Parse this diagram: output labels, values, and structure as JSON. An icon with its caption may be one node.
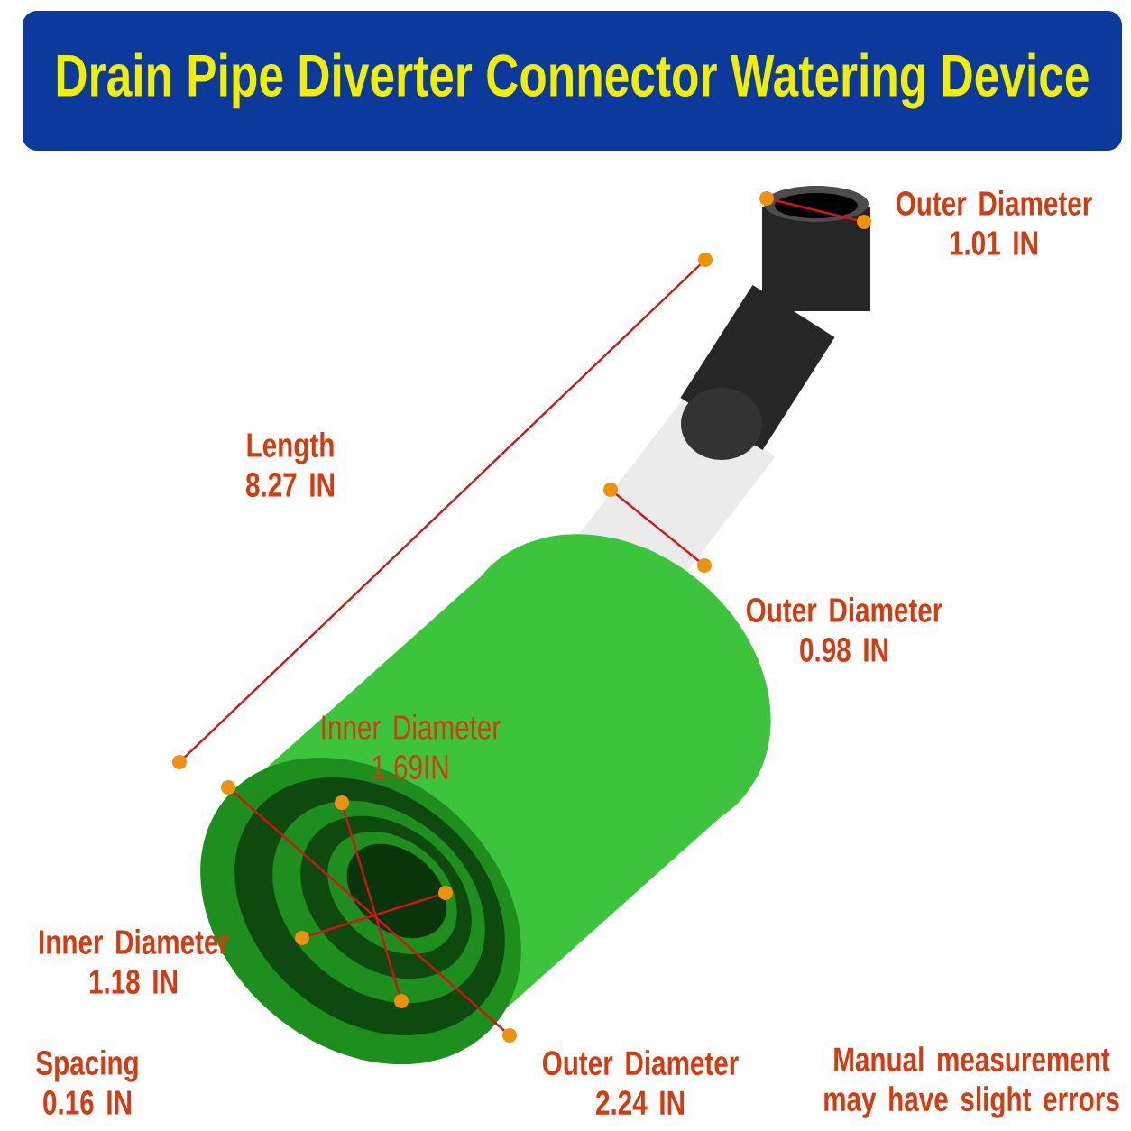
{
  "diagram": {
    "title": "Drain Pipe Diverter Connector Watering Device",
    "labels": [
      "Outer Diameter 1.01 IN",
      "Length 8.27 IN",
      "Outer Diameter 0.98 IN",
      "Inner Diameter 1.69IN",
      "Inner Diameter 1.18 IN",
      "Spacing 0.16 IN",
      "Outer Diameter 2.24 IN",
      "Manual measurement may have slight errors"
    ]
  }
}
